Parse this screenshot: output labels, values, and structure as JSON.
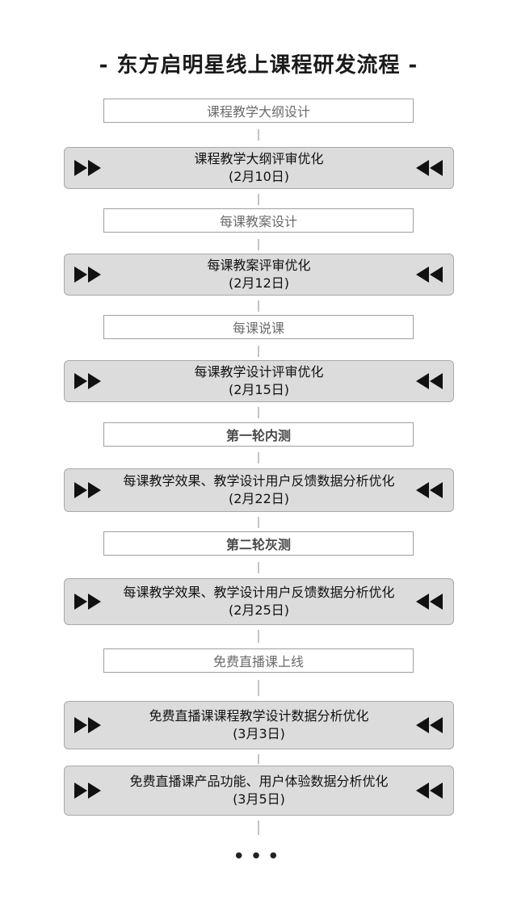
{
  "title": "- 东方启明星线上课程研发流程 -",
  "steps": [
    {
      "label": "课程教学大纲设计"
    },
    {
      "label": "每课教案设计"
    },
    {
      "label": "每课说课"
    },
    {
      "label": "第一轮内测"
    },
    {
      "label": "第二轮灰测"
    },
    {
      "label": "免费直播课上线"
    }
  ],
  "reviews": [
    {
      "label": "课程教学大纲评审优化",
      "date": "(2月10日)"
    },
    {
      "label": "每课教案评审优化",
      "date": "(2月12日)"
    },
    {
      "label": "每课教学设计评审优化",
      "date": "(2月15日)"
    },
    {
      "label": "每课教学效果、教学设计用户反馈数据分析优化",
      "date": "(2月22日)"
    },
    {
      "label": "每课教学效果、教学设计用户反馈数据分析优化",
      "date": "(2月25日)"
    },
    {
      "label": "免费直播课课程教学设计数据分析优化",
      "date": "(3月3日)"
    },
    {
      "label": "免费直播课产品功能、用户体验数据分析优化",
      "date": "(3月5日)"
    }
  ],
  "ellipsis": "•••",
  "icons": {
    "left": "fast-forward-icon",
    "right": "rewind-icon"
  },
  "colors": {
    "review_fill": "#dcdcdc",
    "step_border": "#a0a0a0",
    "text": "#111111"
  }
}
